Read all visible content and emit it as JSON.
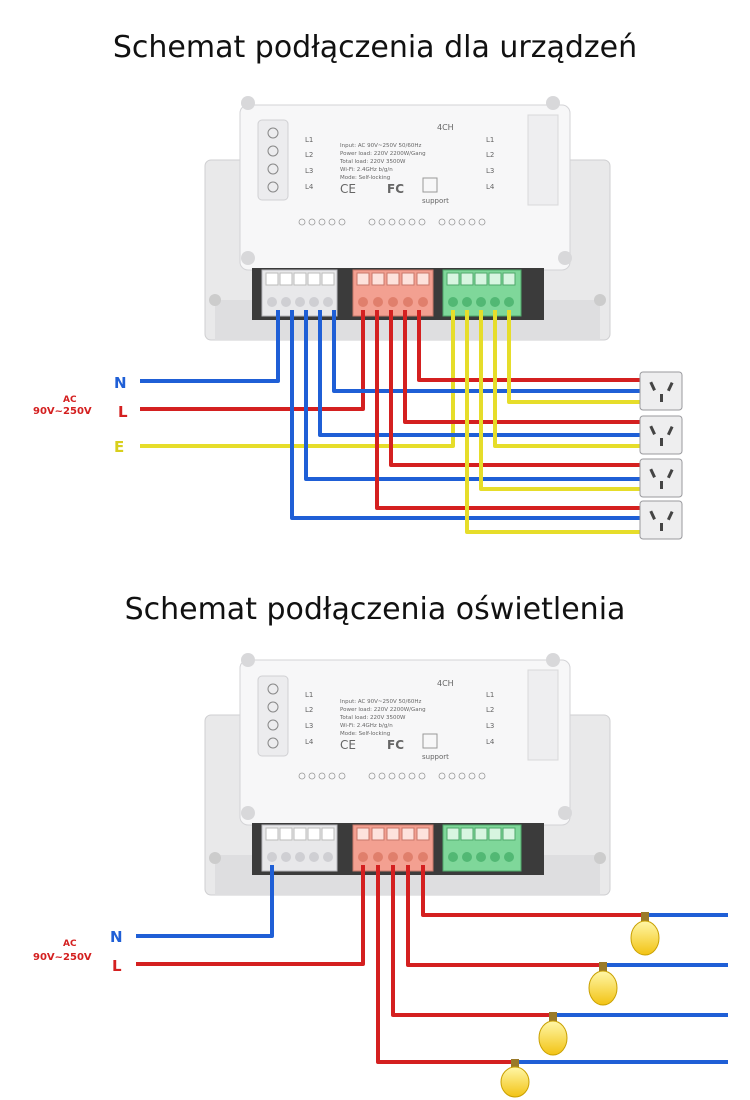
{
  "section1": {
    "title": "Schemat podłączenia dla urządzeń",
    "power": {
      "n": "N",
      "l": "L",
      "e": "E",
      "ac": "AC",
      "range": "90V~250V"
    }
  },
  "section2": {
    "title": "Schemat podłączenia oświetlenia",
    "power": {
      "n": "N",
      "l": "L",
      "ac": "AC",
      "range": "90V~250V"
    }
  },
  "device": {
    "model": "4CH",
    "input": "Input: AC 90V~250V 50/60Hz",
    "power_load": "Power load: 220V 2200W/Gang",
    "total_load": "Total load: 220V 3500W",
    "wifi": "Wi-Fi: 2.4GHz b/g/n",
    "mode": "Mode: Self-locking",
    "support": "support",
    "left_channels": [
      "L1",
      "L2",
      "L3",
      "L4"
    ],
    "right_channels": [
      "L1",
      "L2",
      "L3",
      "L4"
    ],
    "ce": "CE",
    "fc": "FC"
  },
  "colors": {
    "neutral": "#1f5fd6",
    "live": "#d42020",
    "earth": "#e6dd2a",
    "terminal_gray": "#e8e8ea",
    "terminal_red": "#f3a091",
    "terminal_green": "#7fd79a"
  }
}
